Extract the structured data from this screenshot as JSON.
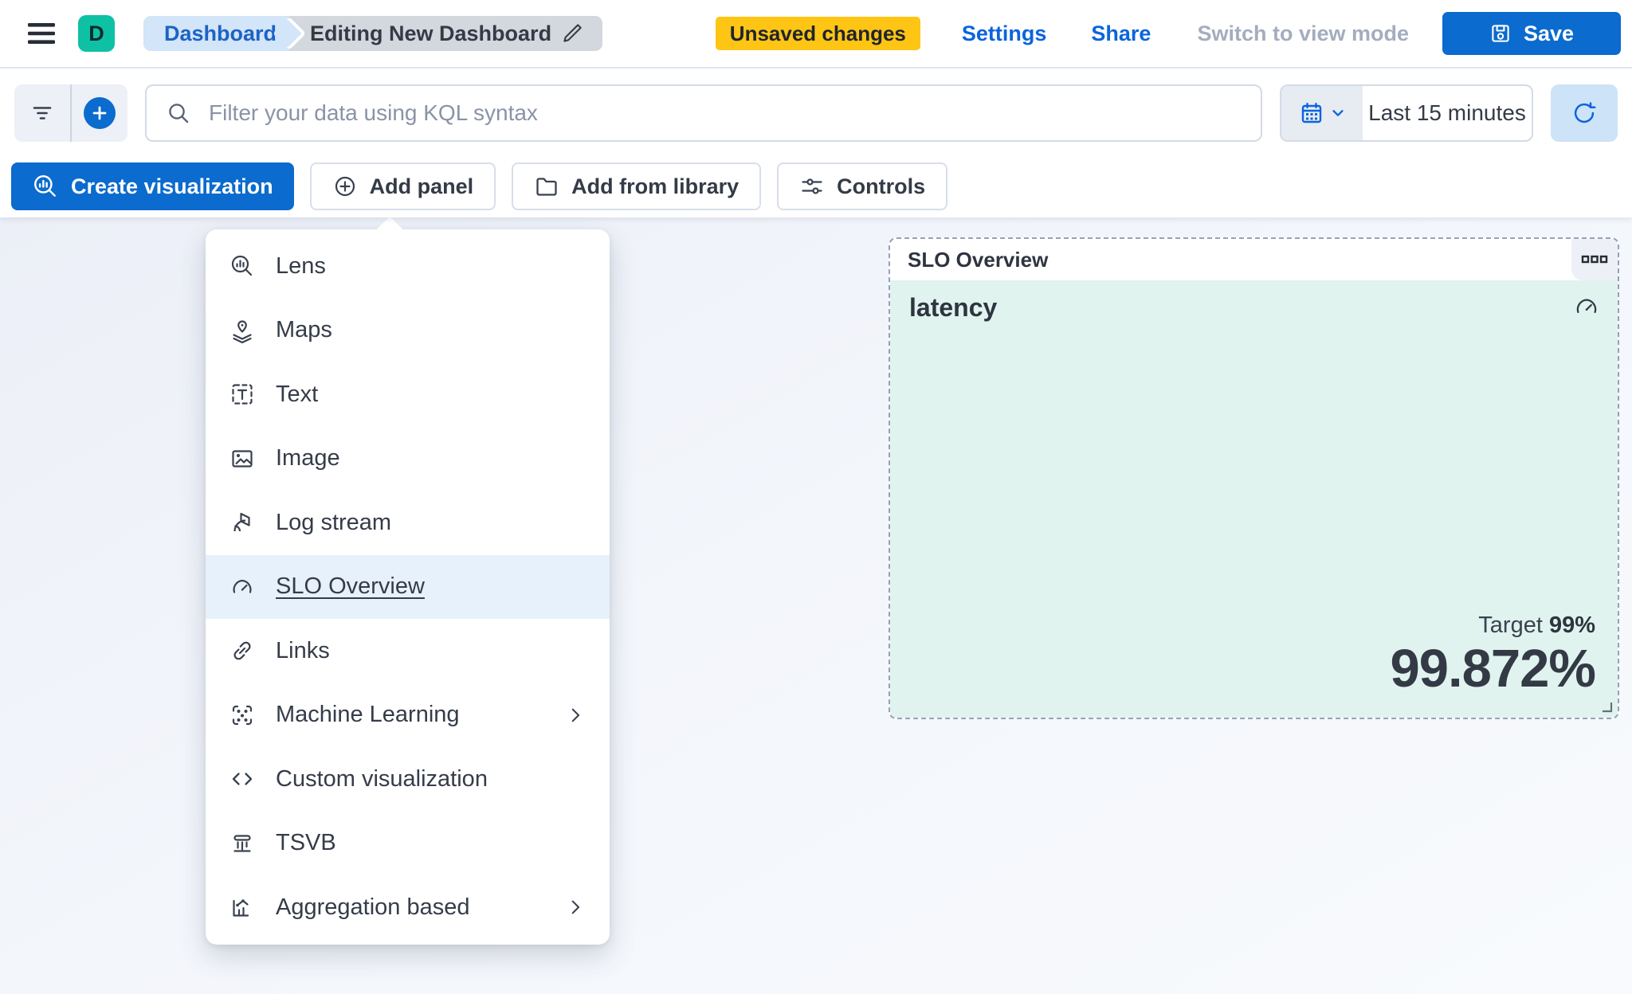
{
  "header": {
    "logo_letter": "D",
    "breadcrumbs": [
      {
        "label": "Dashboard"
      },
      {
        "label": "Editing New Dashboard"
      }
    ],
    "unsaved_badge": "Unsaved changes",
    "settings_label": "Settings",
    "share_label": "Share",
    "view_mode_label": "Switch to view mode",
    "save_label": "Save"
  },
  "query_bar": {
    "search_placeholder": "Filter your data using KQL syntax",
    "time_range": "Last 15 minutes"
  },
  "toolbar": {
    "create_visualization_label": "Create visualization",
    "add_panel_label": "Add panel",
    "add_from_library_label": "Add from library",
    "controls_label": "Controls"
  },
  "add_panel_menu": {
    "items": [
      {
        "label": "Lens",
        "icon": "lens-icon",
        "selected": false,
        "has_submenu": false
      },
      {
        "label": "Maps",
        "icon": "maps-icon",
        "selected": false,
        "has_submenu": false
      },
      {
        "label": "Text",
        "icon": "text-icon",
        "selected": false,
        "has_submenu": false
      },
      {
        "label": "Image",
        "icon": "image-icon",
        "selected": false,
        "has_submenu": false
      },
      {
        "label": "Log stream",
        "icon": "log-stream-icon",
        "selected": false,
        "has_submenu": false
      },
      {
        "label": "SLO Overview",
        "icon": "slo-gauge-icon",
        "selected": true,
        "has_submenu": false
      },
      {
        "label": "Links",
        "icon": "link-icon",
        "selected": false,
        "has_submenu": false
      },
      {
        "label": "Machine Learning",
        "icon": "machine-learning-icon",
        "selected": false,
        "has_submenu": true
      },
      {
        "label": "Custom visualization",
        "icon": "code-icon",
        "selected": false,
        "has_submenu": false
      },
      {
        "label": "TSVB",
        "icon": "tsvb-icon",
        "selected": false,
        "has_submenu": false
      },
      {
        "label": "Aggregation based",
        "icon": "aggregation-icon",
        "selected": false,
        "has_submenu": true
      }
    ]
  },
  "slo_panel": {
    "header_title": "SLO Overview",
    "metric_title": "latency",
    "target_label": "Target",
    "target_value": "99%",
    "value": "99.872%"
  },
  "colors": {
    "primary_blue": "#0b6bce",
    "link_blue": "#0b64dd",
    "badge_yellow": "#fec514",
    "logo_teal": "#0fc1a4",
    "panel_body_teal": "#e0f3ef",
    "menu_highlight": "#e7f1fb",
    "dashed_border": "#97a1b5"
  },
  "icons": [
    "hamburger-menu-icon",
    "edit-pencil-icon",
    "save-floppy-icon",
    "filter-icon",
    "add-filter-plus-icon",
    "search-magnifier-icon",
    "calendar-icon",
    "chevron-down-icon",
    "refresh-icon",
    "lens-icon",
    "plus-circle-icon",
    "folder-icon",
    "sliders-icon",
    "maps-icon",
    "text-icon",
    "image-icon",
    "log-stream-icon",
    "slo-gauge-icon",
    "link-icon",
    "machine-learning-icon",
    "code-icon",
    "tsvb-icon",
    "aggregation-icon",
    "chevron-right-icon",
    "panel-options-icon",
    "resize-handle-icon"
  ]
}
